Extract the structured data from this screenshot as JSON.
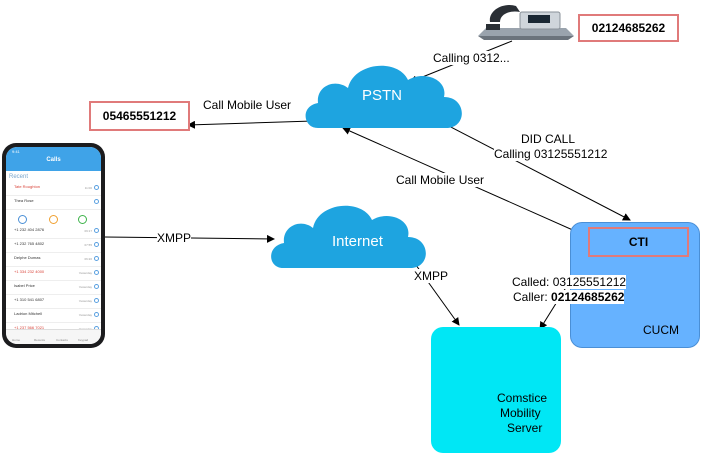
{
  "clouds": {
    "pstn_label": "PSTN",
    "internet_label": "Internet"
  },
  "numbers": {
    "landline": "02124685262",
    "mobile": "05465551212"
  },
  "labels": {
    "calling_short": "Calling 0312...",
    "call_mobile_user_top": "Call Mobile User",
    "did_call": "DID CALL",
    "calling_full": "Calling 03125551212",
    "call_mobile_user_mid": "Call Mobile User",
    "xmpp_left": "XMPP",
    "xmpp_right": "XMPP",
    "called": "Called: 03125551212",
    "caller_prefix": "Caller: ",
    "caller_number": "02124685262"
  },
  "cucm": {
    "cti_label": "CTI",
    "name": "CUCM"
  },
  "server": {
    "line1": "Comstice",
    "line2": "Mobility",
    "line3": "Server"
  },
  "phone_app": {
    "title": "Calls",
    "section": "Recent",
    "rows": [
      {
        "name": "Tate Roughton",
        "time": "11:00"
      },
      {
        "name": "Thea Rose",
        "time": ""
      },
      {
        "name": "+1 232 404 2876",
        "time": "09:17"
      },
      {
        "name": "+1 232 765 4802",
        "time": "07:55"
      },
      {
        "name": "Delphe Dumas",
        "time": "06:20"
      },
      {
        "name": "+1 334 232 4000",
        "time": "Yesterday"
      },
      {
        "name": "Isabel Price",
        "time": "Yesterday"
      },
      {
        "name": "+1 310 541 6807",
        "time": "Yesterday"
      },
      {
        "name": "Ladrion Mitchell",
        "time": "Yesterday"
      },
      {
        "name": "+1 237 566 7021",
        "time": "Yesterday"
      }
    ],
    "tabs": [
      "Home",
      "Recents",
      "Contacts",
      "Keypad"
    ]
  },
  "colors": {
    "cloud": "#1ea4e0",
    "cucm": "#66b2ff",
    "server": "#00e7f5",
    "box_border": "#e07a7a"
  }
}
